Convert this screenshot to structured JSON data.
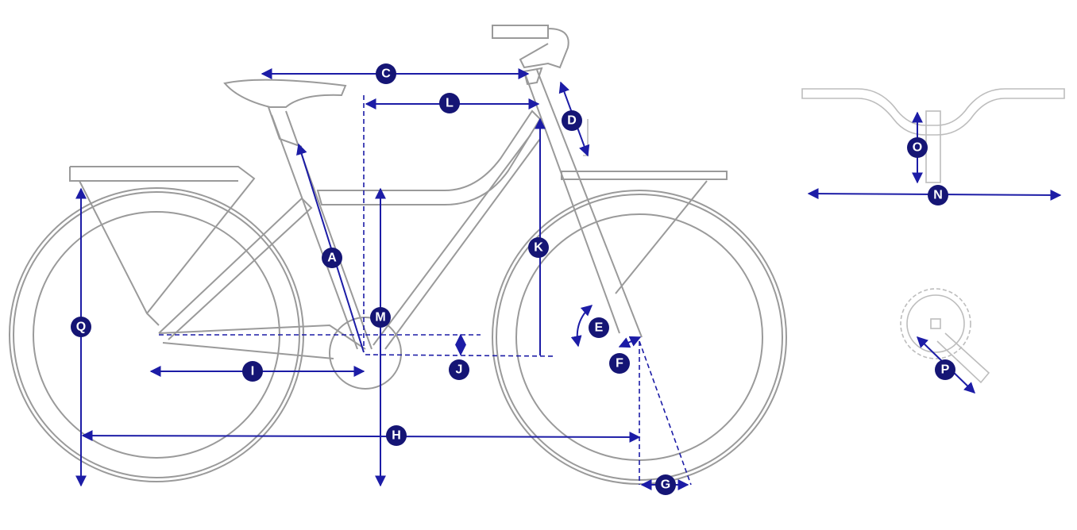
{
  "labels": {
    "A": "A",
    "C": "C",
    "D": "D",
    "E": "E",
    "F": "F",
    "G": "G",
    "H": "H",
    "I": "I",
    "J": "J",
    "K": "K",
    "L": "L",
    "M": "M",
    "N": "N",
    "O": "O",
    "P": "P",
    "Q": "Q"
  },
  "colors": {
    "dimension": "#1c1ca6",
    "label_bg": "#151575",
    "bike_line": "#9a9a9a"
  }
}
